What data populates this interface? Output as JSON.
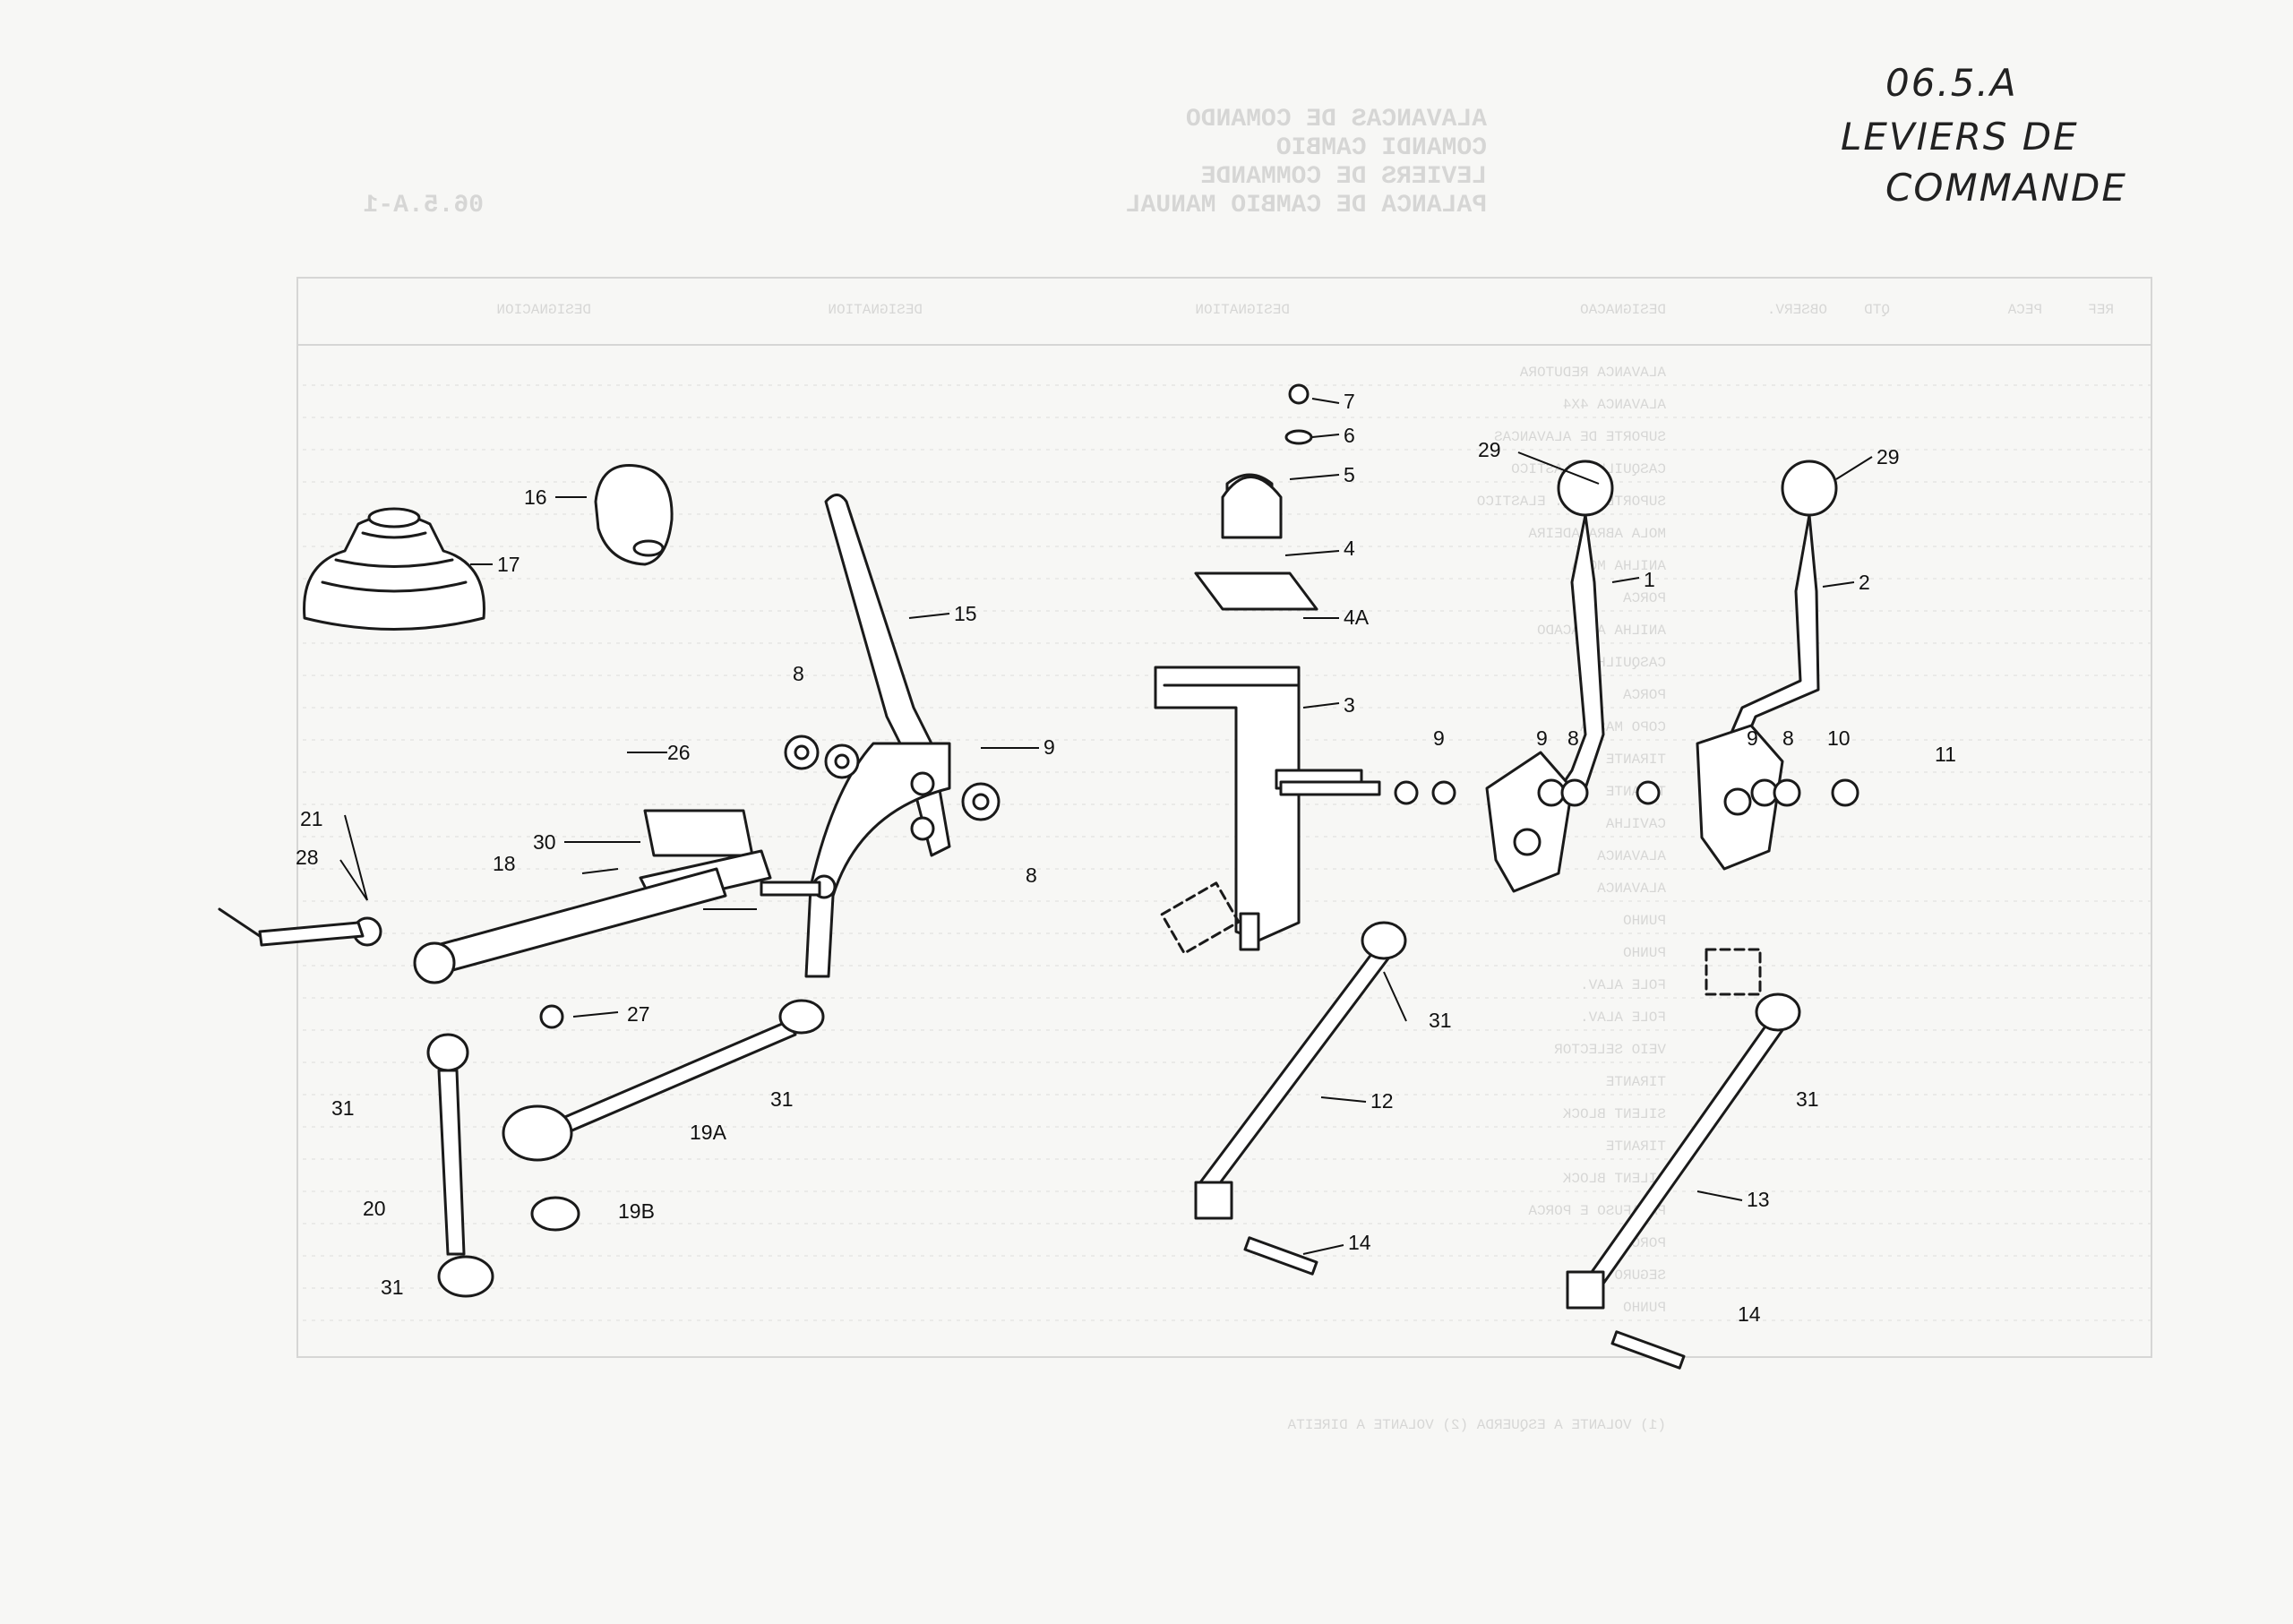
{
  "handwritten": {
    "code": "06.5.A",
    "title_line1": "LEVIERS DE",
    "title_line2": "COMMANDE"
  },
  "bleed_through": {
    "page_ref": "06.5.A-1",
    "titles": [
      "ALAVANCAS DE COMANDO",
      "COMANDI CAMBIO",
      "LEVIERS DE COMMANDE",
      "PALANCA DE CAMBIO MANUAL"
    ],
    "headers": [
      "REF",
      "PECA",
      "QTD",
      "OBSERV.",
      "DESIGNACAO",
      "DESIGNATION",
      "DESIGNATION",
      "DESIGNACION"
    ],
    "rows": [
      "ALAVANCA REDUTORA",
      "ALAVANCA 4X4",
      "SUPORTE DE ALAVANCAS",
      "CASQUILHO ELASTICO",
      "SUPORTE CASQ. ELASTICO",
      "MOLA ABRACADEIRA",
      "ANILHA MOLA",
      "PORCA",
      "ANILHA ATRACADO",
      "CASQUILHO",
      "PORCA",
      "COPO MASSA",
      "TIRANTE",
      "TIRANTE",
      "CAVILHA",
      "ALAVANCA",
      "ALAVANCA",
      "PUNHO",
      "PUNHO",
      "FOLE ALAV.",
      "FOLE ALAV.",
      "VEIO SELECTOR",
      "TIRANTE",
      "SILENT BLOCK",
      "TIRANTE",
      "SILENT BLOCK",
      "PARAFUSO E PORCA",
      "PORCA",
      "SEGURO",
      "PUNHO"
    ],
    "footer_note": "(1) VOLANTE A ESQUERDA (2) VOLANTE A DIREITA"
  },
  "callouts": [
    {
      "id": "c1",
      "text": "1"
    },
    {
      "id": "c2",
      "text": "2"
    },
    {
      "id": "c3",
      "text": "3"
    },
    {
      "id": "c4",
      "text": "4"
    },
    {
      "id": "c4a",
      "text": "4A"
    },
    {
      "id": "c5",
      "text": "5"
    },
    {
      "id": "c6",
      "text": "6"
    },
    {
      "id": "c7",
      "text": "7"
    },
    {
      "id": "c8a",
      "text": "8"
    },
    {
      "id": "c8b",
      "text": "8"
    },
    {
      "id": "c8c",
      "text": "8"
    },
    {
      "id": "c8d",
      "text": "8"
    },
    {
      "id": "c9a",
      "text": "9"
    },
    {
      "id": "c9b",
      "text": "9"
    },
    {
      "id": "c9c",
      "text": "9"
    },
    {
      "id": "c9d",
      "text": "9"
    },
    {
      "id": "c10",
      "text": "10"
    },
    {
      "id": "c11",
      "text": "11"
    },
    {
      "id": "c12",
      "text": "12"
    },
    {
      "id": "c13",
      "text": "13"
    },
    {
      "id": "c14a",
      "text": "14"
    },
    {
      "id": "c14b",
      "text": "14"
    },
    {
      "id": "c15",
      "text": "15"
    },
    {
      "id": "c16",
      "text": "16"
    },
    {
      "id": "c17",
      "text": "17"
    },
    {
      "id": "c18",
      "text": "18"
    },
    {
      "id": "c19a",
      "text": "19A"
    },
    {
      "id": "c19b",
      "text": "19B"
    },
    {
      "id": "c20",
      "text": "20"
    },
    {
      "id": "c21",
      "text": "21"
    },
    {
      "id": "c26",
      "text": "26"
    },
    {
      "id": "c27",
      "text": "27"
    },
    {
      "id": "c28",
      "text": "28"
    },
    {
      "id": "c29a",
      "text": "29"
    },
    {
      "id": "c29b",
      "text": "29"
    },
    {
      "id": "c30",
      "text": "30"
    },
    {
      "id": "c31a",
      "text": "31"
    },
    {
      "id": "c31b",
      "text": "31"
    },
    {
      "id": "c31c",
      "text": "31"
    },
    {
      "id": "c31d",
      "text": "31"
    },
    {
      "id": "c31e",
      "text": "31"
    }
  ]
}
